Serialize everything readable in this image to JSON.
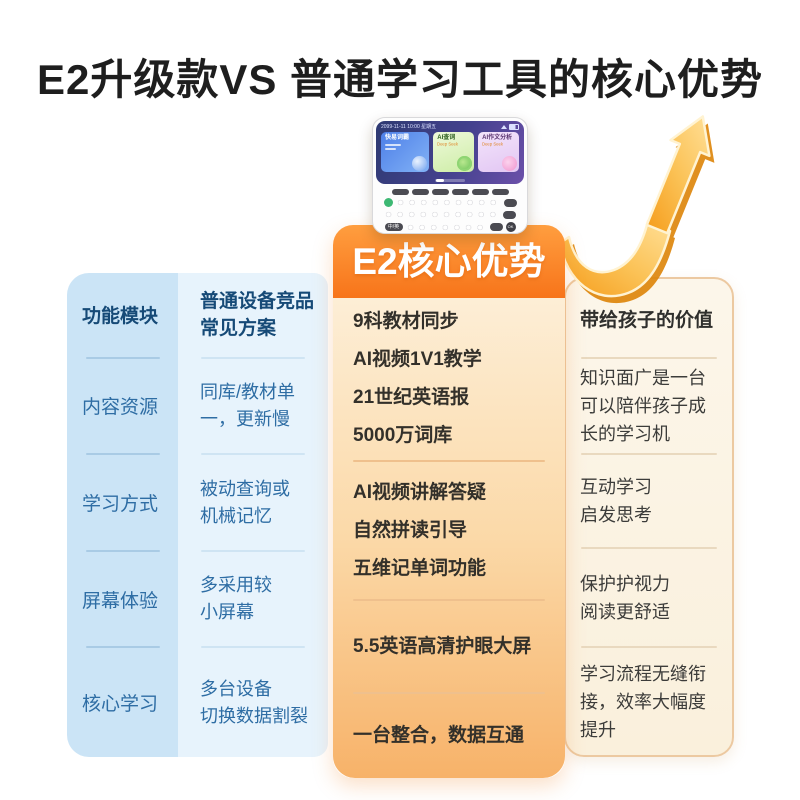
{
  "title": "E2升级款VS 普通学习工具的核心优势",
  "banner": {
    "label": "E2核心优势"
  },
  "device": {
    "status": {
      "datetime": "2099-11-11 10:00 星期五"
    },
    "cards": [
      {
        "title": "快易词霸"
      },
      {
        "title": "AI查词",
        "subtitle": "Deep Seek"
      },
      {
        "title": "AI作文分析",
        "subtitle": "Deep Seek"
      }
    ],
    "keys": {
      "lang": "中/英",
      "ok": "OK"
    }
  },
  "columns": {
    "modules": {
      "header": "功能模块",
      "rows": [
        "内容资源",
        "学习方式",
        "屏幕体验",
        "核心学习"
      ]
    },
    "competitor": {
      "header": "普通设备竞品\n常见方案",
      "rows": [
        "同库/教材单\n一，更新慢",
        "被动查询或\n机械记忆",
        "多采用较\n小屏幕",
        "多台设备\n切换数据割裂"
      ]
    },
    "e2": {
      "cells": [
        "9科教材同步\nAI视频1V1教学\n21世纪英语报\n5000万词库",
        "AI视频讲解答疑\n自然拼读引导\n五维记单词功能",
        "5.5英语高清护眼大屏",
        "一台整合，数据互通"
      ]
    },
    "value": {
      "header": "带给孩子的价值",
      "rows": [
        "知识面广是一台\n可以陪伴孩子成\n长的学习机",
        "互动学习\n启发思考",
        "保护护视力\n阅读更舒适",
        "学习流程无缝衔\n接，效率大幅度\n提升"
      ]
    }
  },
  "colors": {
    "banner_top": "#ff9e3f",
    "banner_bottom": "#f7741a",
    "e2_body_top": "#fdeed6",
    "e2_body_bottom": "#f7b269",
    "module_col_bg": "#cbe4f6",
    "competitor_col_bg": "#e7f3fc",
    "value_col_bg": "#faf0dc",
    "value_col_border": "#ecc9a1",
    "arrow_gold": "#fbb33f",
    "text_blue_dark": "#164a77",
    "text_blue": "#2e6da4",
    "text_dark": "#33302a"
  }
}
